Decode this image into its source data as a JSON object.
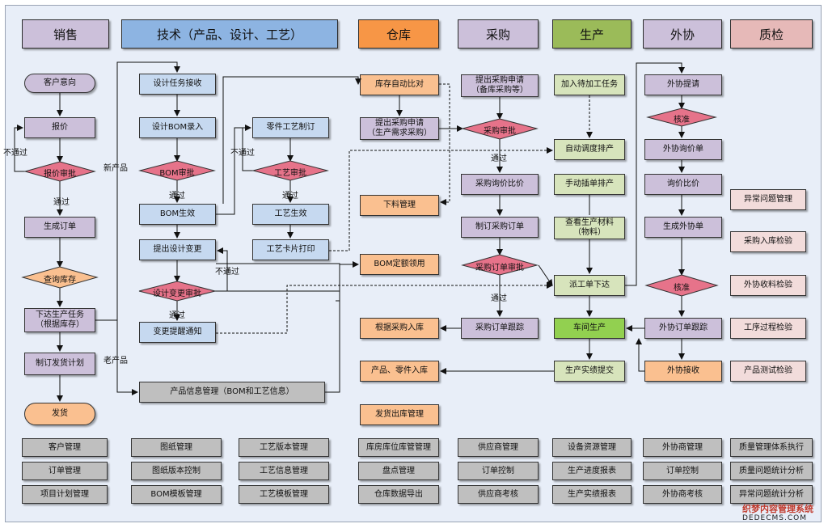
{
  "headers": {
    "sales": {
      "label": "销售",
      "color": "#ccc0da"
    },
    "tech": {
      "label": "技术（产品、设计、工艺）",
      "color": "#8db4e2"
    },
    "warehouse": {
      "label": "仓库",
      "color": "#f79646"
    },
    "purchase": {
      "label": "采购",
      "color": "#ccc0da"
    },
    "production": {
      "label": "生产",
      "color": "#9bbb59"
    },
    "outsource": {
      "label": "外协",
      "color": "#ccc0da"
    },
    "quality": {
      "label": "质检",
      "color": "#e6b9b8"
    }
  },
  "sales": {
    "customer_intent": "客户意向",
    "quote": "报价",
    "quote_approval": "报价审批",
    "generate_order": "生成订单",
    "check_inventory": "查询库存",
    "issue_production_1": "下达生产任务",
    "issue_production_2": "（根据库存）",
    "delivery_plan": "制订发货计划",
    "ship": "发货"
  },
  "tech": {
    "design_task": "设计任务接收",
    "design_bom": "设计BOM录入",
    "bom_approval": "BOM审批",
    "bom_effective": "BOM生效",
    "design_change": "提出设计变更",
    "change_approval": "设计变更审批",
    "change_notice": "变更提醒通知",
    "part_process": "零件工艺制订",
    "process_approval": "工艺审批",
    "process_effective": "工艺生效",
    "process_card": "工艺卡片打印",
    "product_info": "产品信息管理（BOM和工艺信息）"
  },
  "warehouse": {
    "stock_compare": "库存自动比对",
    "feeding": "下料管理",
    "bom_quota": "BOM定额领用",
    "purchase_in": "根据采购入库",
    "product_in": "产品、零件入库",
    "ship_out": "发货出库管理"
  },
  "purchase": {
    "pr_spare_1": "提出采购申请",
    "pr_spare_2": "（备库采购等）",
    "pr_demand_1": "提出采购申请",
    "pr_demand_2": "（生产需求采购）",
    "pr_approval": "采购审批",
    "inquiry": "采购询价比价",
    "make_po": "制订采购订单",
    "po_approval": "采购订单审批",
    "po_tracking": "采购订单跟踪"
  },
  "production": {
    "add_task": "加入待加工任务",
    "auto_schedule": "自动调度排产",
    "manual_schedule": "手动插单排产",
    "check_material_1": "查看生产材料",
    "check_material_2": "（物料）",
    "dispatch": "派工单下达",
    "workshop": "车间生产",
    "report": "生产实绩提交"
  },
  "outsource": {
    "request": "外协提请",
    "approve_1": "核准",
    "inquiry_sheet": "外协询价单",
    "compare": "询价比价",
    "make_order": "生成外协单",
    "approve_2": "核准",
    "tracking": "外协订单跟踪",
    "receive": "外协接收"
  },
  "quality": {
    "exception": "异常问题管理",
    "purchase_inspect": "采购入库检验",
    "outsource_inspect": "外协收料检验",
    "process_inspect": "工序过程检验",
    "product_test": "产品测试检验"
  },
  "edge_labels": {
    "reject_quote": "不通过",
    "pass_quote": "通过",
    "new_product": "新产品",
    "old_product": "老产品",
    "pass_bom": "通过",
    "reject_process": "不通过",
    "pass_process": "通过",
    "reject_change": "不通过",
    "pass_change": "通过",
    "pass_pr": "通过",
    "pass_po": "通过"
  },
  "modules": {
    "sales": [
      "客户管理",
      "订单管理",
      "项目计划管理"
    ],
    "tech_a": [
      "图纸管理",
      "图纸版本控制",
      "BOM模板管理"
    ],
    "tech_b": [
      "工艺版本管理",
      "工艺信息管理",
      "工艺模板管理"
    ],
    "warehouse": [
      "库房库位库管管理",
      "盘点管理",
      "仓库数据导出"
    ],
    "purchase": [
      "供应商管理",
      "订单控制",
      "供应商考核"
    ],
    "production": [
      "设备资源管理",
      "生产进度报表",
      "生产实绩报表"
    ],
    "outsource": [
      "外协商管理",
      "订单控制",
      "外协商考核"
    ],
    "quality": [
      "质量管理体系执行",
      "质量问题统计分析",
      "异常问题统计分析"
    ]
  },
  "watermark": {
    "line1": "织梦内容管理系统",
    "line2": "DEDECMS.COM"
  }
}
